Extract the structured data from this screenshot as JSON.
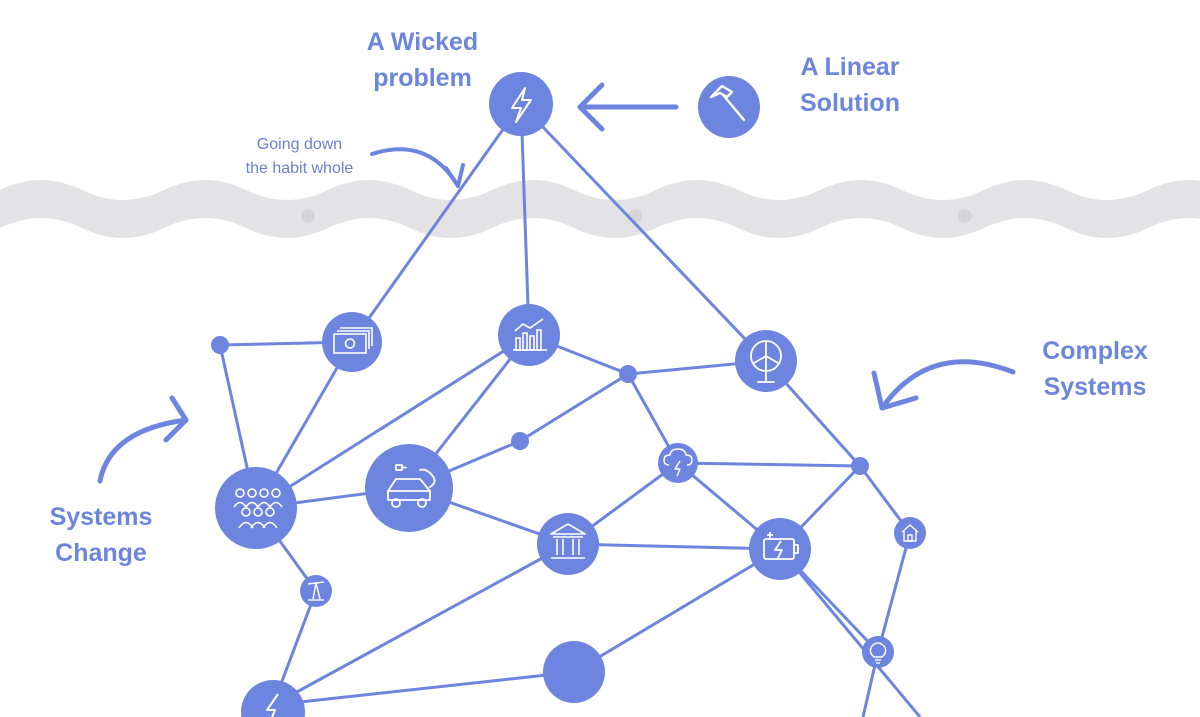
{
  "labels": {
    "wicked_problem": "A Wicked\nproblem",
    "linear_solution": "A Linear\nSolution",
    "complex_systems": "Complex\nSystems",
    "systems_change": "Systems\nChange",
    "habit_note": "Going down\nthe habit whole"
  },
  "colors": {
    "accent": "#6b86dc",
    "node": "#6d85de",
    "wave": "#e3e3e6",
    "icon": "#ffffff"
  },
  "nodes": [
    {
      "name": "wicked-problem-node",
      "icon": "lightning-icon"
    },
    {
      "name": "linear-solution-node",
      "icon": "hammer-icon"
    },
    {
      "name": "money-node",
      "icon": "money-icon"
    },
    {
      "name": "growth-chart-node",
      "icon": "bar-chart-icon"
    },
    {
      "name": "wind-turbine-node",
      "icon": "wind-turbine-icon"
    },
    {
      "name": "people-node",
      "icon": "people-icon"
    },
    {
      "name": "electric-car-node",
      "icon": "electric-car-icon"
    },
    {
      "name": "storm-node",
      "icon": "storm-cloud-icon"
    },
    {
      "name": "institution-node",
      "icon": "bank-icon"
    },
    {
      "name": "battery-node",
      "icon": "battery-icon"
    },
    {
      "name": "house-node",
      "icon": "house-icon"
    },
    {
      "name": "oil-pump-node",
      "icon": "oil-pump-icon"
    },
    {
      "name": "lightbulb-node",
      "icon": "lightbulb-icon"
    },
    {
      "name": "energy-node",
      "icon": "lightning-icon"
    }
  ]
}
